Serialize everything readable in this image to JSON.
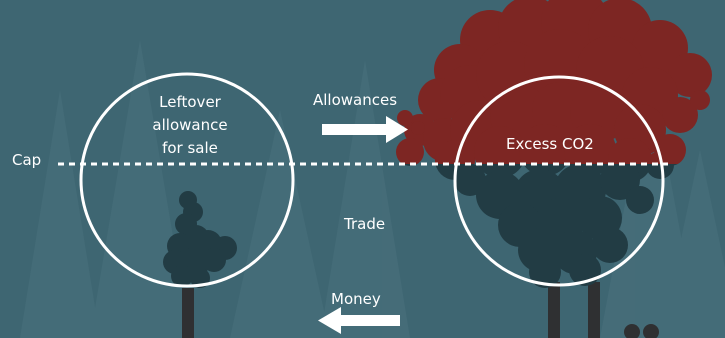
{
  "labels": {
    "cap": "Cap",
    "leftover_line1": "Leftover",
    "leftover_line2": "allowance",
    "leftover_line3": "for sale",
    "allowances": "Allowances",
    "excess": "Excess CO2",
    "trade": "Trade",
    "money": "Money"
  },
  "colors": {
    "background": "#3e6672",
    "smoke_dark": "#223c44",
    "smoke_excess": "#7d2623",
    "chimney": "#2f3032",
    "circle": "#ffffff",
    "arrow": "#ffffff"
  }
}
